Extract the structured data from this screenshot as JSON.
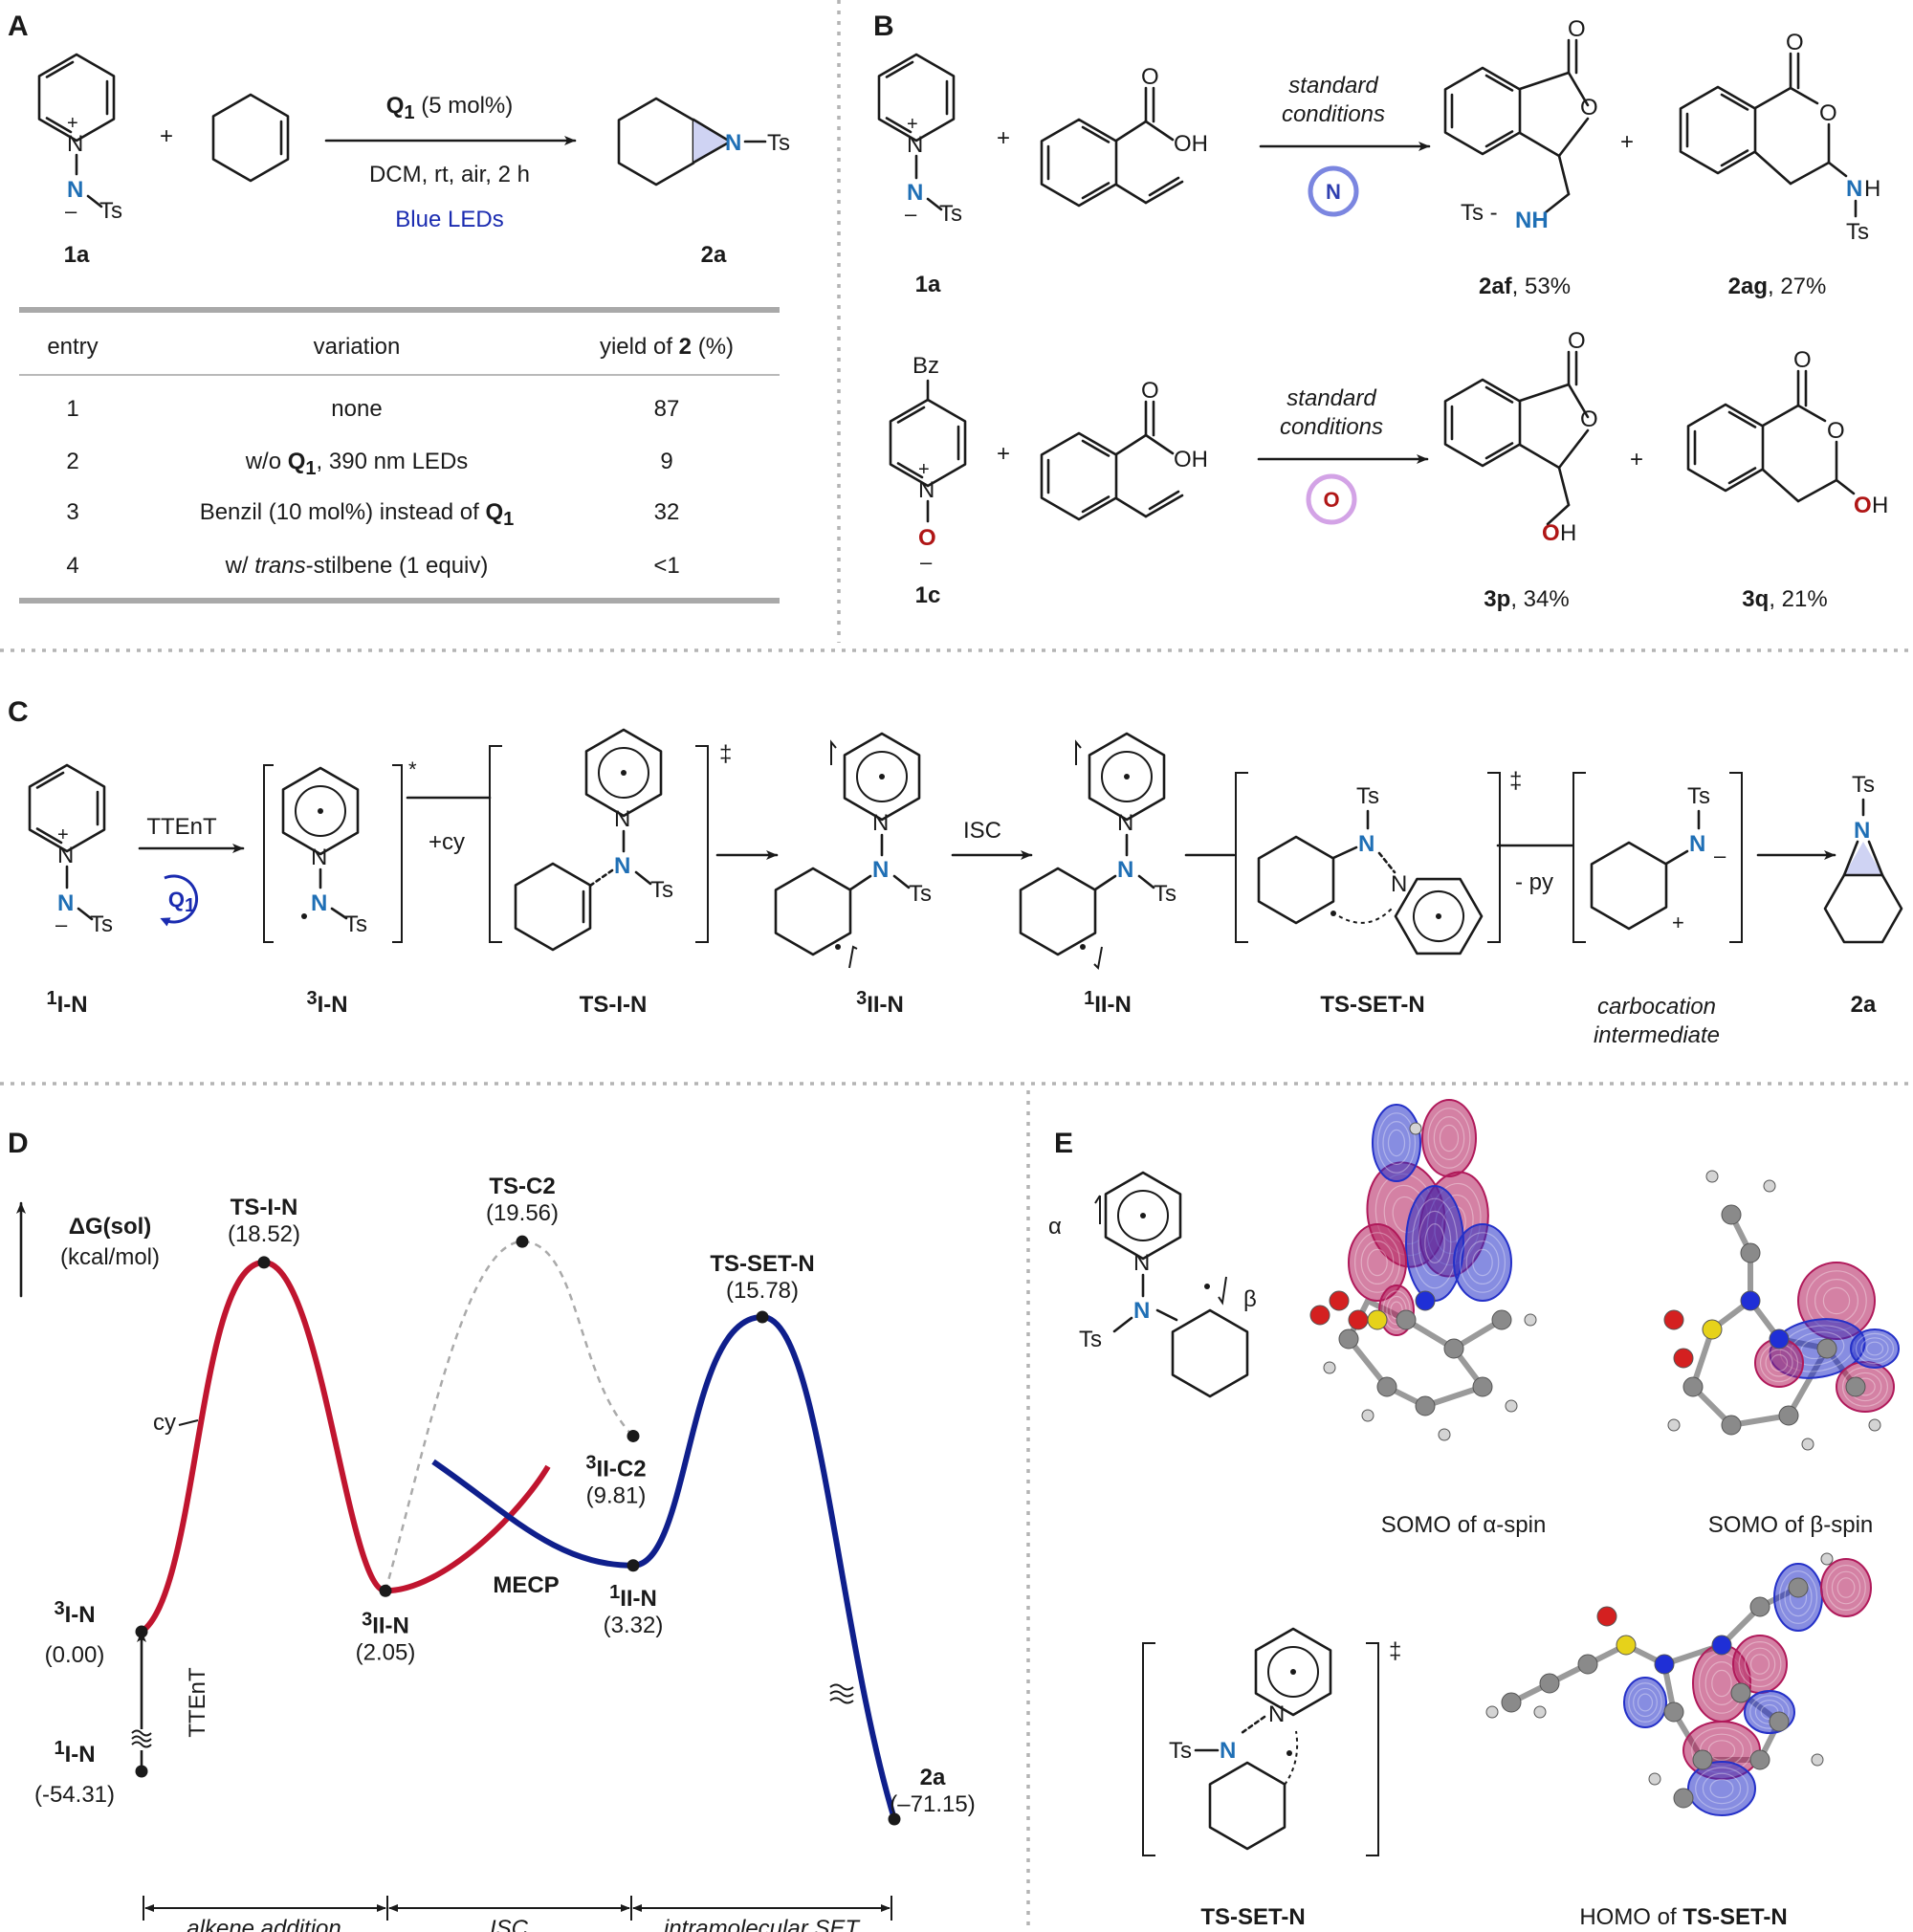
{
  "panels": {
    "A": "A",
    "B": "B",
    "C": "C",
    "D": "D",
    "E": "E"
  },
  "colors": {
    "red_curve": "#c0152f",
    "blue_curve": "#0f1f8c",
    "nitrogen": "#1f6fb5",
    "oxygen": "#b01616",
    "dashed": "#aaaaaa",
    "lobe_red": "#b0195a",
    "lobe_blue": "#2430c8"
  },
  "atoms": {
    "N": "N",
    "O": "O",
    "NH": "NH",
    "OH": "OH",
    "H": "H",
    "plus": "+",
    "minus": "–",
    "dagger": "‡",
    "star": "*"
  },
  "groups": {
    "Ts": "Ts",
    "Bz": "Bz",
    "cy": "cy",
    "N_Ts": "N–Ts",
    "Ts_N": "Ts–N",
    "Ts_NH": "Ts -",
    "alpha": "α",
    "beta": "β"
  },
  "panel_a": {
    "scheme": {
      "plus": "+",
      "catalyst": "Q",
      "catalyst_sub": "1",
      "catalyst_load": " (5 mol%)",
      "conditions": "DCM, rt, air, 2 h",
      "light": "Blue LEDs",
      "reactant_label": "1a",
      "product_label": "2a"
    },
    "table": {
      "headers": [
        "entry",
        "variation",
        "yield of "
      ],
      "header_bold": "2",
      "header_unit": " (%)",
      "rows": [
        {
          "entry": "1",
          "pre": "none",
          "bold": "",
          "sub": "",
          "post": "",
          "yield": "87"
        },
        {
          "entry": "2",
          "pre": "w/o ",
          "bold": "Q",
          "sub": "1",
          "post": ", 390 nm LEDs",
          "yield": "9"
        },
        {
          "entry": "3",
          "pre": "Benzil (10 mol%) instead of ",
          "bold": "Q",
          "sub": "1",
          "post": "",
          "yield": "32"
        },
        {
          "entry": "4",
          "pre": "w/ ",
          "italic": "trans",
          "post": "-stilbene (1 equiv)",
          "yield": "<1"
        }
      ]
    }
  },
  "panel_b": {
    "conditions_line1": "standard",
    "conditions_line2": "conditions",
    "reaction1": {
      "reactant": "1a",
      "circle": "N",
      "product1": "2af",
      "yield1": ", 53%",
      "product2": "2ag",
      "yield2": ", 27%"
    },
    "reaction2": {
      "reactant": "1c",
      "circle": "O",
      "product1": "3p",
      "yield1": ", 34%",
      "product2": "3q",
      "yield2": ", 21%"
    }
  },
  "panel_c": {
    "arrow_labels": {
      "ttent": "TTEnT",
      "q": "Q",
      "q_sub": "1",
      "cy": "+cy",
      "isc": "ISC",
      "py": "- py"
    },
    "species": [
      {
        "sup": "1",
        "name": "I-N"
      },
      {
        "sup": "3",
        "name": "I-N"
      },
      {
        "sup": "",
        "name": "TS-I-N"
      },
      {
        "sup": "3",
        "name": "II-N"
      },
      {
        "sup": "1",
        "name": "II-N"
      },
      {
        "sup": "",
        "name": "TS-SET-N"
      },
      {
        "sup": "",
        "name": "2a"
      }
    ],
    "carbocation_label": [
      "carbocation",
      "intermediate"
    ]
  },
  "panel_d": {
    "axis_title": "ΔG(sol)",
    "axis_unit": "(kcal/mol)",
    "energy_unit": "kcal/mol",
    "points": [
      {
        "id": "1I-N",
        "sup": "1",
        "name": "I-N",
        "value": -54.31,
        "label": "(-54.31)"
      },
      {
        "id": "3I-N",
        "sup": "3",
        "name": "I-N",
        "value": 0.0,
        "label": "(0.00)"
      },
      {
        "id": "TS-I-N",
        "sup": "",
        "name": "TS-I-N",
        "value": 18.52,
        "label": "(18.52)"
      },
      {
        "id": "3II-N",
        "sup": "3",
        "name": "II-N",
        "value": 2.05,
        "label": "(2.05)"
      },
      {
        "id": "TS-C2",
        "sup": "",
        "name": "TS-C2",
        "value": 19.56,
        "label": "(19.56)"
      },
      {
        "id": "3II-C2",
        "sup": "3",
        "name": "II-C2",
        "value": 9.81,
        "label": "(9.81)"
      },
      {
        "id": "1II-N",
        "sup": "1",
        "name": "II-N",
        "value": 3.32,
        "label": "(3.32)"
      },
      {
        "id": "TS-SET-N",
        "sup": "",
        "name": "TS-SET-N",
        "value": 15.78,
        "label": "(15.78)"
      },
      {
        "id": "2a",
        "sup": "",
        "name": "2a",
        "value": -71.15,
        "label": "(–71.15)"
      }
    ],
    "labels": {
      "ttent": "TTEnT",
      "cy": "cy",
      "mecp": "MECP"
    },
    "stages": [
      "alkene addition",
      "ISC",
      "intramolecular SET"
    ]
  },
  "panel_e": {
    "captions": {
      "somo_alpha": "SOMO of α-spin",
      "somo_beta": "SOMO of β-spin",
      "homo_prefix": "HOMO of ",
      "homo_bold": "TS-SET-N",
      "ts_label": "TS-SET-N"
    }
  }
}
